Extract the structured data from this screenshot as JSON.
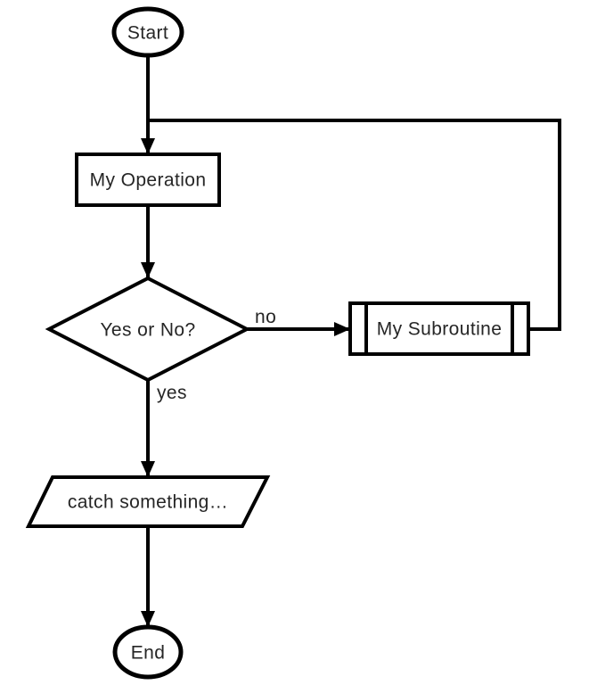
{
  "diagram": {
    "type": "flowchart",
    "background_color": "#ffffff",
    "line_color": "#000000",
    "text_color": "#262626",
    "nodes": [
      {
        "id": "start",
        "shape": "terminator",
        "label": "Start"
      },
      {
        "id": "my-operation",
        "shape": "process",
        "label": "My Operation"
      },
      {
        "id": "decision",
        "shape": "decision",
        "label": "Yes or No?"
      },
      {
        "id": "my-subroutine",
        "shape": "subroutine",
        "label": "My Subroutine"
      },
      {
        "id": "catch",
        "shape": "parallelogram",
        "label": "catch something…"
      },
      {
        "id": "end",
        "shape": "terminator",
        "label": "End"
      }
    ],
    "edges": [
      {
        "from": "start",
        "to": "my-operation",
        "label": ""
      },
      {
        "from": "my-operation",
        "to": "decision",
        "label": ""
      },
      {
        "from": "decision",
        "to": "my-subroutine",
        "label": "no"
      },
      {
        "from": "my-subroutine",
        "to": "my-operation",
        "label": ""
      },
      {
        "from": "decision",
        "to": "catch",
        "label": "yes"
      },
      {
        "from": "catch",
        "to": "end",
        "label": ""
      }
    ]
  }
}
